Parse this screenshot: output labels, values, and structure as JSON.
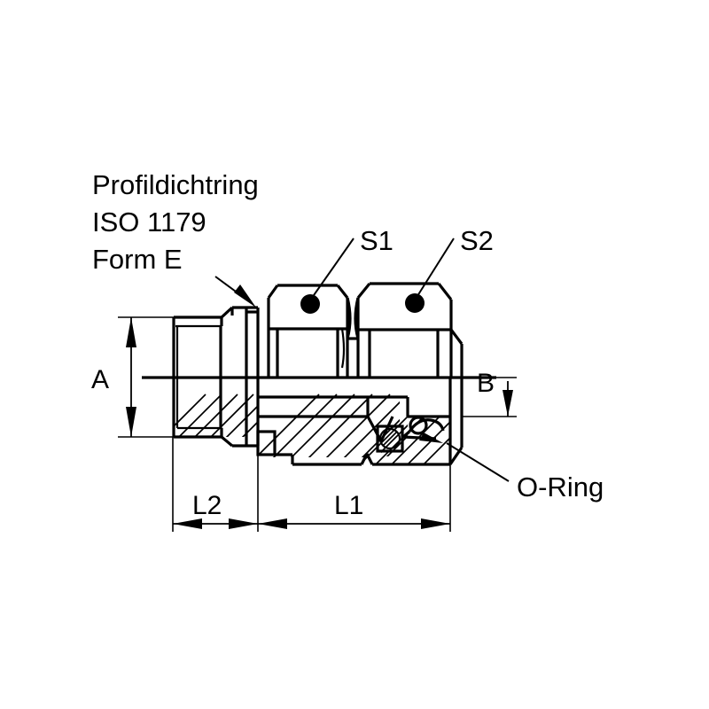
{
  "drawing": {
    "title": "Hydraulic fitting cross-section technical drawing",
    "background_color": "#ffffff",
    "line_color": "#000000",
    "notes": {
      "seal_line1": "Profildichtring",
      "seal_line2": "ISO 1179",
      "seal_line3": "Form E"
    },
    "callouts": {
      "s1": "S1",
      "s2": "S2",
      "oring": "O-Ring"
    },
    "dimensions": {
      "a": "A",
      "b": "B",
      "l1": "L1",
      "l2": "L2"
    }
  }
}
